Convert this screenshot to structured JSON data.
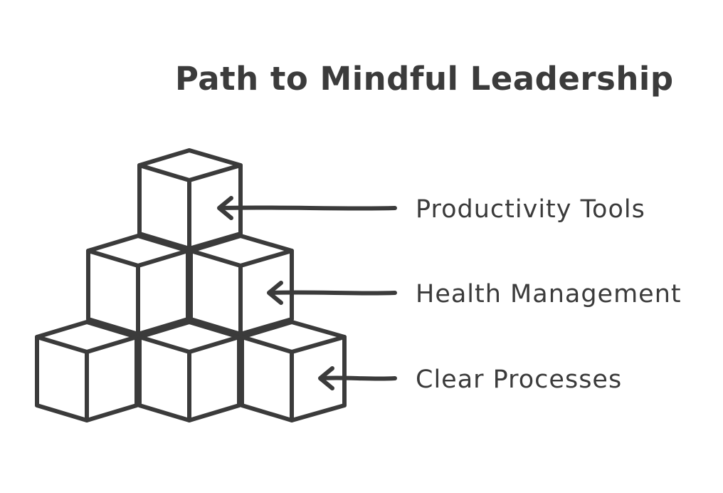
{
  "title": "Path to Mindful Leadership",
  "colors": {
    "stroke": "#3b3b3b",
    "text": "#3b3b3b",
    "background": "#ffffff"
  },
  "levels": [
    {
      "label": "Productivity Tools",
      "icon": "arrow-left-icon"
    },
    {
      "label": "Health Management",
      "icon": "arrow-left-icon"
    },
    {
      "label": "Clear Processes",
      "icon": "arrow-left-icon"
    }
  ]
}
